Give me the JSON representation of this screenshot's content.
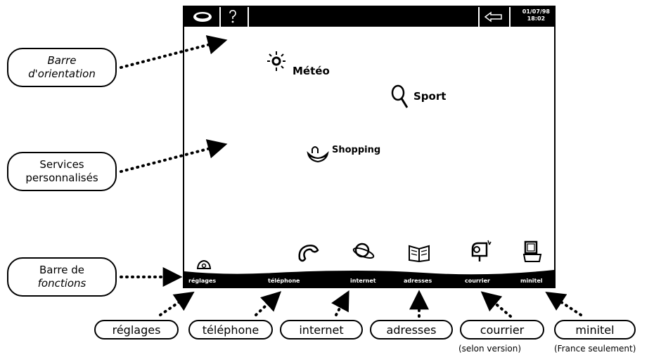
{
  "topbar": {
    "help_icon": "question-mark-icon",
    "back_icon": "back-arrow-icon",
    "date": "01/07/98",
    "time": "18:02"
  },
  "services": [
    {
      "label": "Météo",
      "icon": "sun-icon"
    },
    {
      "label": "Sport",
      "icon": "racket-icon"
    },
    {
      "label": "Shopping",
      "icon": "shopping-bag-icon"
    }
  ],
  "function_bar": [
    {
      "label": "réglages",
      "icon": "settings-icon"
    },
    {
      "label": "téléphone",
      "icon": "phone-icon"
    },
    {
      "label": "internet",
      "icon": "globe-icon"
    },
    {
      "label": "adresses",
      "icon": "address-book-icon"
    },
    {
      "label": "courrier",
      "icon": "mailbox-icon"
    },
    {
      "label": "minitel",
      "icon": "minitel-icon"
    }
  ],
  "left_callouts": {
    "orientation": {
      "line1": "Barre",
      "line2": "d'orientation"
    },
    "services": {
      "line1": "Services",
      "line2": "personnalisés"
    },
    "functions": {
      "line1": "Barre de",
      "line2": "fonctions"
    }
  },
  "bottom_callouts": [
    {
      "label": "réglages"
    },
    {
      "label": "téléphone"
    },
    {
      "label": "internet"
    },
    {
      "label": "adresses"
    },
    {
      "label": "courrier",
      "note": "(selon version)"
    },
    {
      "label": "minitel",
      "note": "(France seulement)"
    }
  ]
}
